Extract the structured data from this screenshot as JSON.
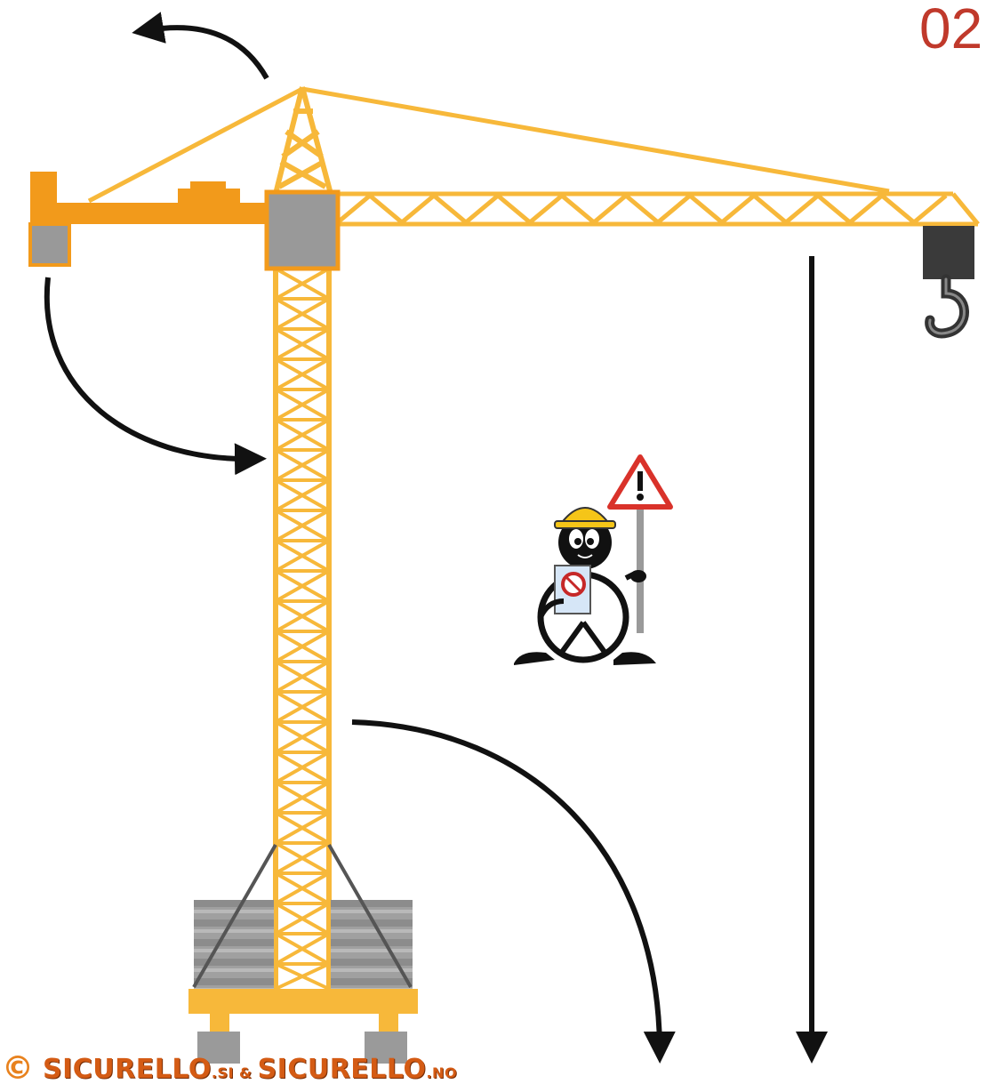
{
  "page_number": "02",
  "credit": {
    "symbol": "©",
    "brand_1": "SICURELLO",
    "suffix_1": ".SI",
    "joiner": " & ",
    "brand_2": "SICURELLO",
    "suffix_2": ".NO"
  },
  "colors": {
    "crane_yellow": "#f7b83a",
    "crane_orange": "#f29a1b",
    "block_gray": "#999999",
    "arrow_black": "#111111",
    "page_number_red": "#c0392b",
    "credit_orange": "#d45b14"
  },
  "figure": {
    "subject": "tower-crane",
    "character": "construction-worker-mascot",
    "sign": "warning-triangle-sign",
    "booklet": "prohibition-booklet"
  }
}
